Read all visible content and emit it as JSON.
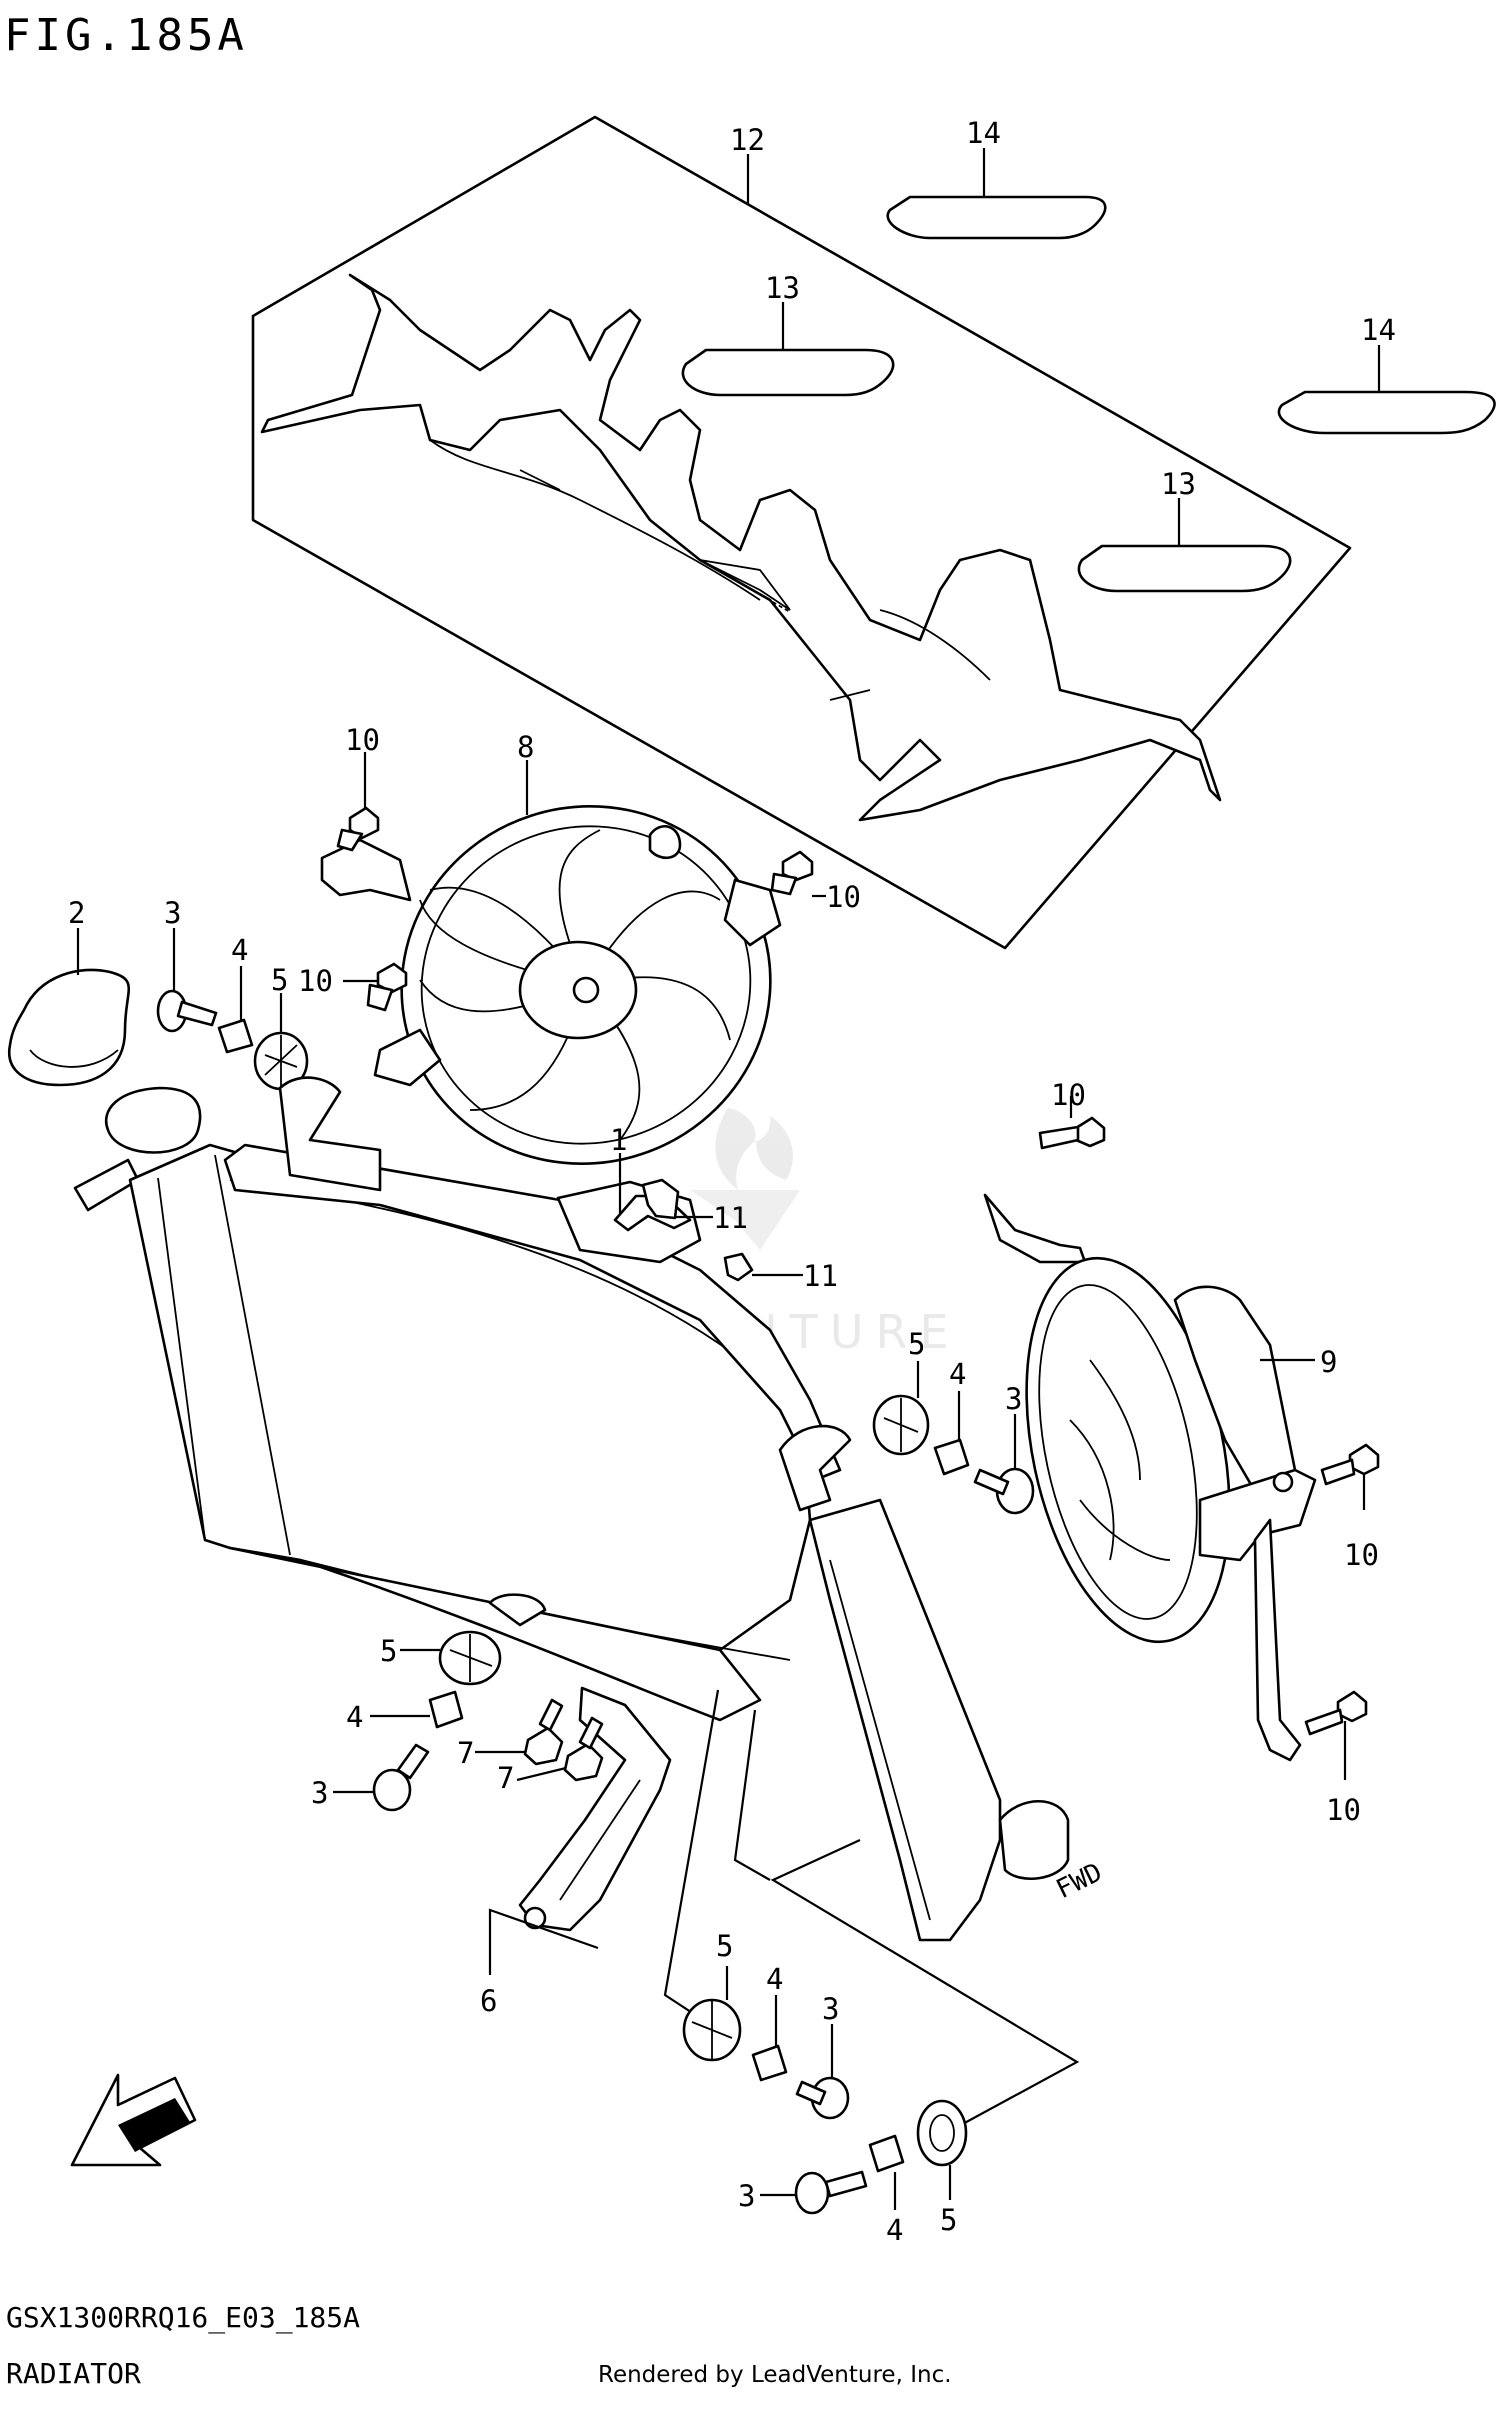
{
  "figure": {
    "title": "FIG.185A",
    "model_code": "GSX1300RRQ16_E03_185A",
    "section": "RADIATOR",
    "rendered_by": "Rendered by LeadVenture, Inc.",
    "watermark": "LEADVENTURE",
    "fwd_label": "FWD"
  },
  "callouts": {
    "c1": "1",
    "c2": "2",
    "c3a": "3",
    "c3b": "3",
    "c3c": "3",
    "c3d": "3",
    "c3e": "3",
    "c4a": "4",
    "c4b": "4",
    "c4c": "4",
    "c4d": "4",
    "c4e": "4",
    "c5a": "5",
    "c5b": "5",
    "c5c": "5",
    "c5d": "5",
    "c5e": "5",
    "c6": "6",
    "c7a": "7",
    "c7b": "7",
    "c8": "8",
    "c9": "9",
    "c10a": "10",
    "c10b": "10",
    "c10c": "10",
    "c10d": "10",
    "c10e": "10",
    "c10f": "10",
    "c11a": "11",
    "c11b": "11",
    "c12": "12",
    "c13a": "13",
    "c13b": "13",
    "c14a": "14",
    "c14b": "14"
  }
}
